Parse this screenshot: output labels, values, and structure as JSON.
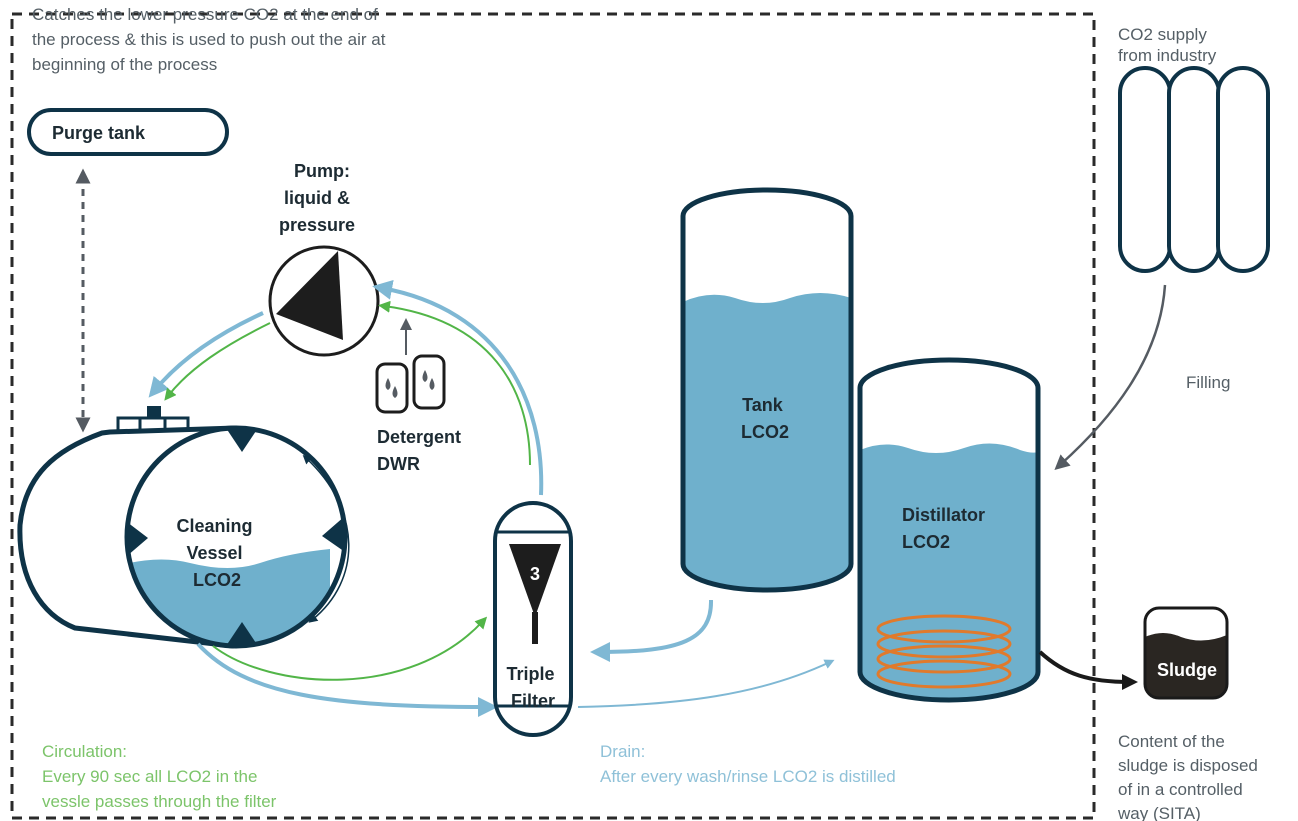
{
  "colors": {
    "navy": "#0e3347",
    "liquid": "#6fb0cc",
    "flow_blue": "#7fb8d4",
    "flow_green": "#52b548",
    "gray_arrow": "#555b62",
    "coil": "#e07a2c",
    "sludge": "#2a2622"
  },
  "notes": {
    "purge_note": [
      "Catches the lower pressure CO2 at the end of",
      "the process & this is used to push out the air at",
      "beginning of the process"
    ],
    "circulation": [
      "Circulation:",
      "Every 90 sec all LCO2 in the",
      "vessle passes through the filter"
    ],
    "drain": [
      "Drain:",
      "After every wash/rinse LCO2 is distilled"
    ],
    "sludge_note": [
      "Content of the",
      "sludge is disposed",
      "of in a controlled",
      "way (SITA)"
    ]
  },
  "components": {
    "purge_tank": "Purge tank",
    "pump": [
      "Pump:",
      "liquid &",
      "pressure"
    ],
    "detergent": [
      "Detergent",
      "DWR"
    ],
    "cleaning_vessel": [
      "Cleaning",
      "Vessel",
      "LCO2"
    ],
    "filter_number": "3",
    "triple_filter": [
      "Triple",
      "Filter"
    ],
    "tank": [
      "Tank",
      "LCO2"
    ],
    "distillator": [
      "Distillator",
      "LCO2"
    ],
    "sludge": "Sludge",
    "co2_supply": "CO2 supply",
    "co2_supply_sub": "from industry",
    "filling": "Filling"
  }
}
